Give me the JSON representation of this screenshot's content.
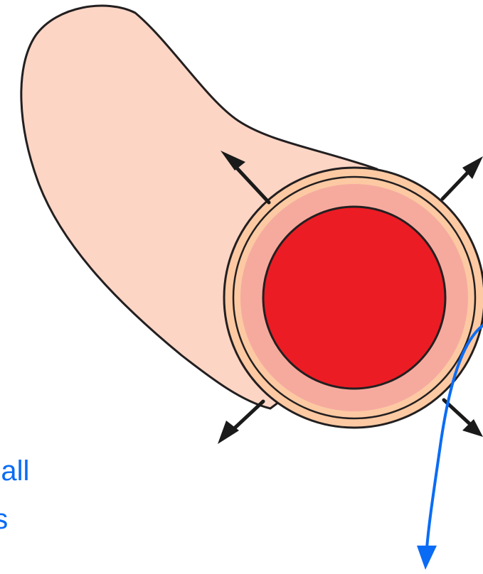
{
  "caption": {
    "line1": "mall",
    "line2": "es"
  },
  "colors": {
    "vessel_wall": "#fcd5c5",
    "outer_ring": "#fcc9a3",
    "middle_ring": "#f6aa9e",
    "lumen": "#ec1c24",
    "outline": "#231f20",
    "arrow": "#1a1a1a",
    "annotation": "#0a6cf5"
  },
  "icons": {
    "expansion_arrows": "outward-arrow",
    "annotation_pointer": "curved-arrow"
  }
}
